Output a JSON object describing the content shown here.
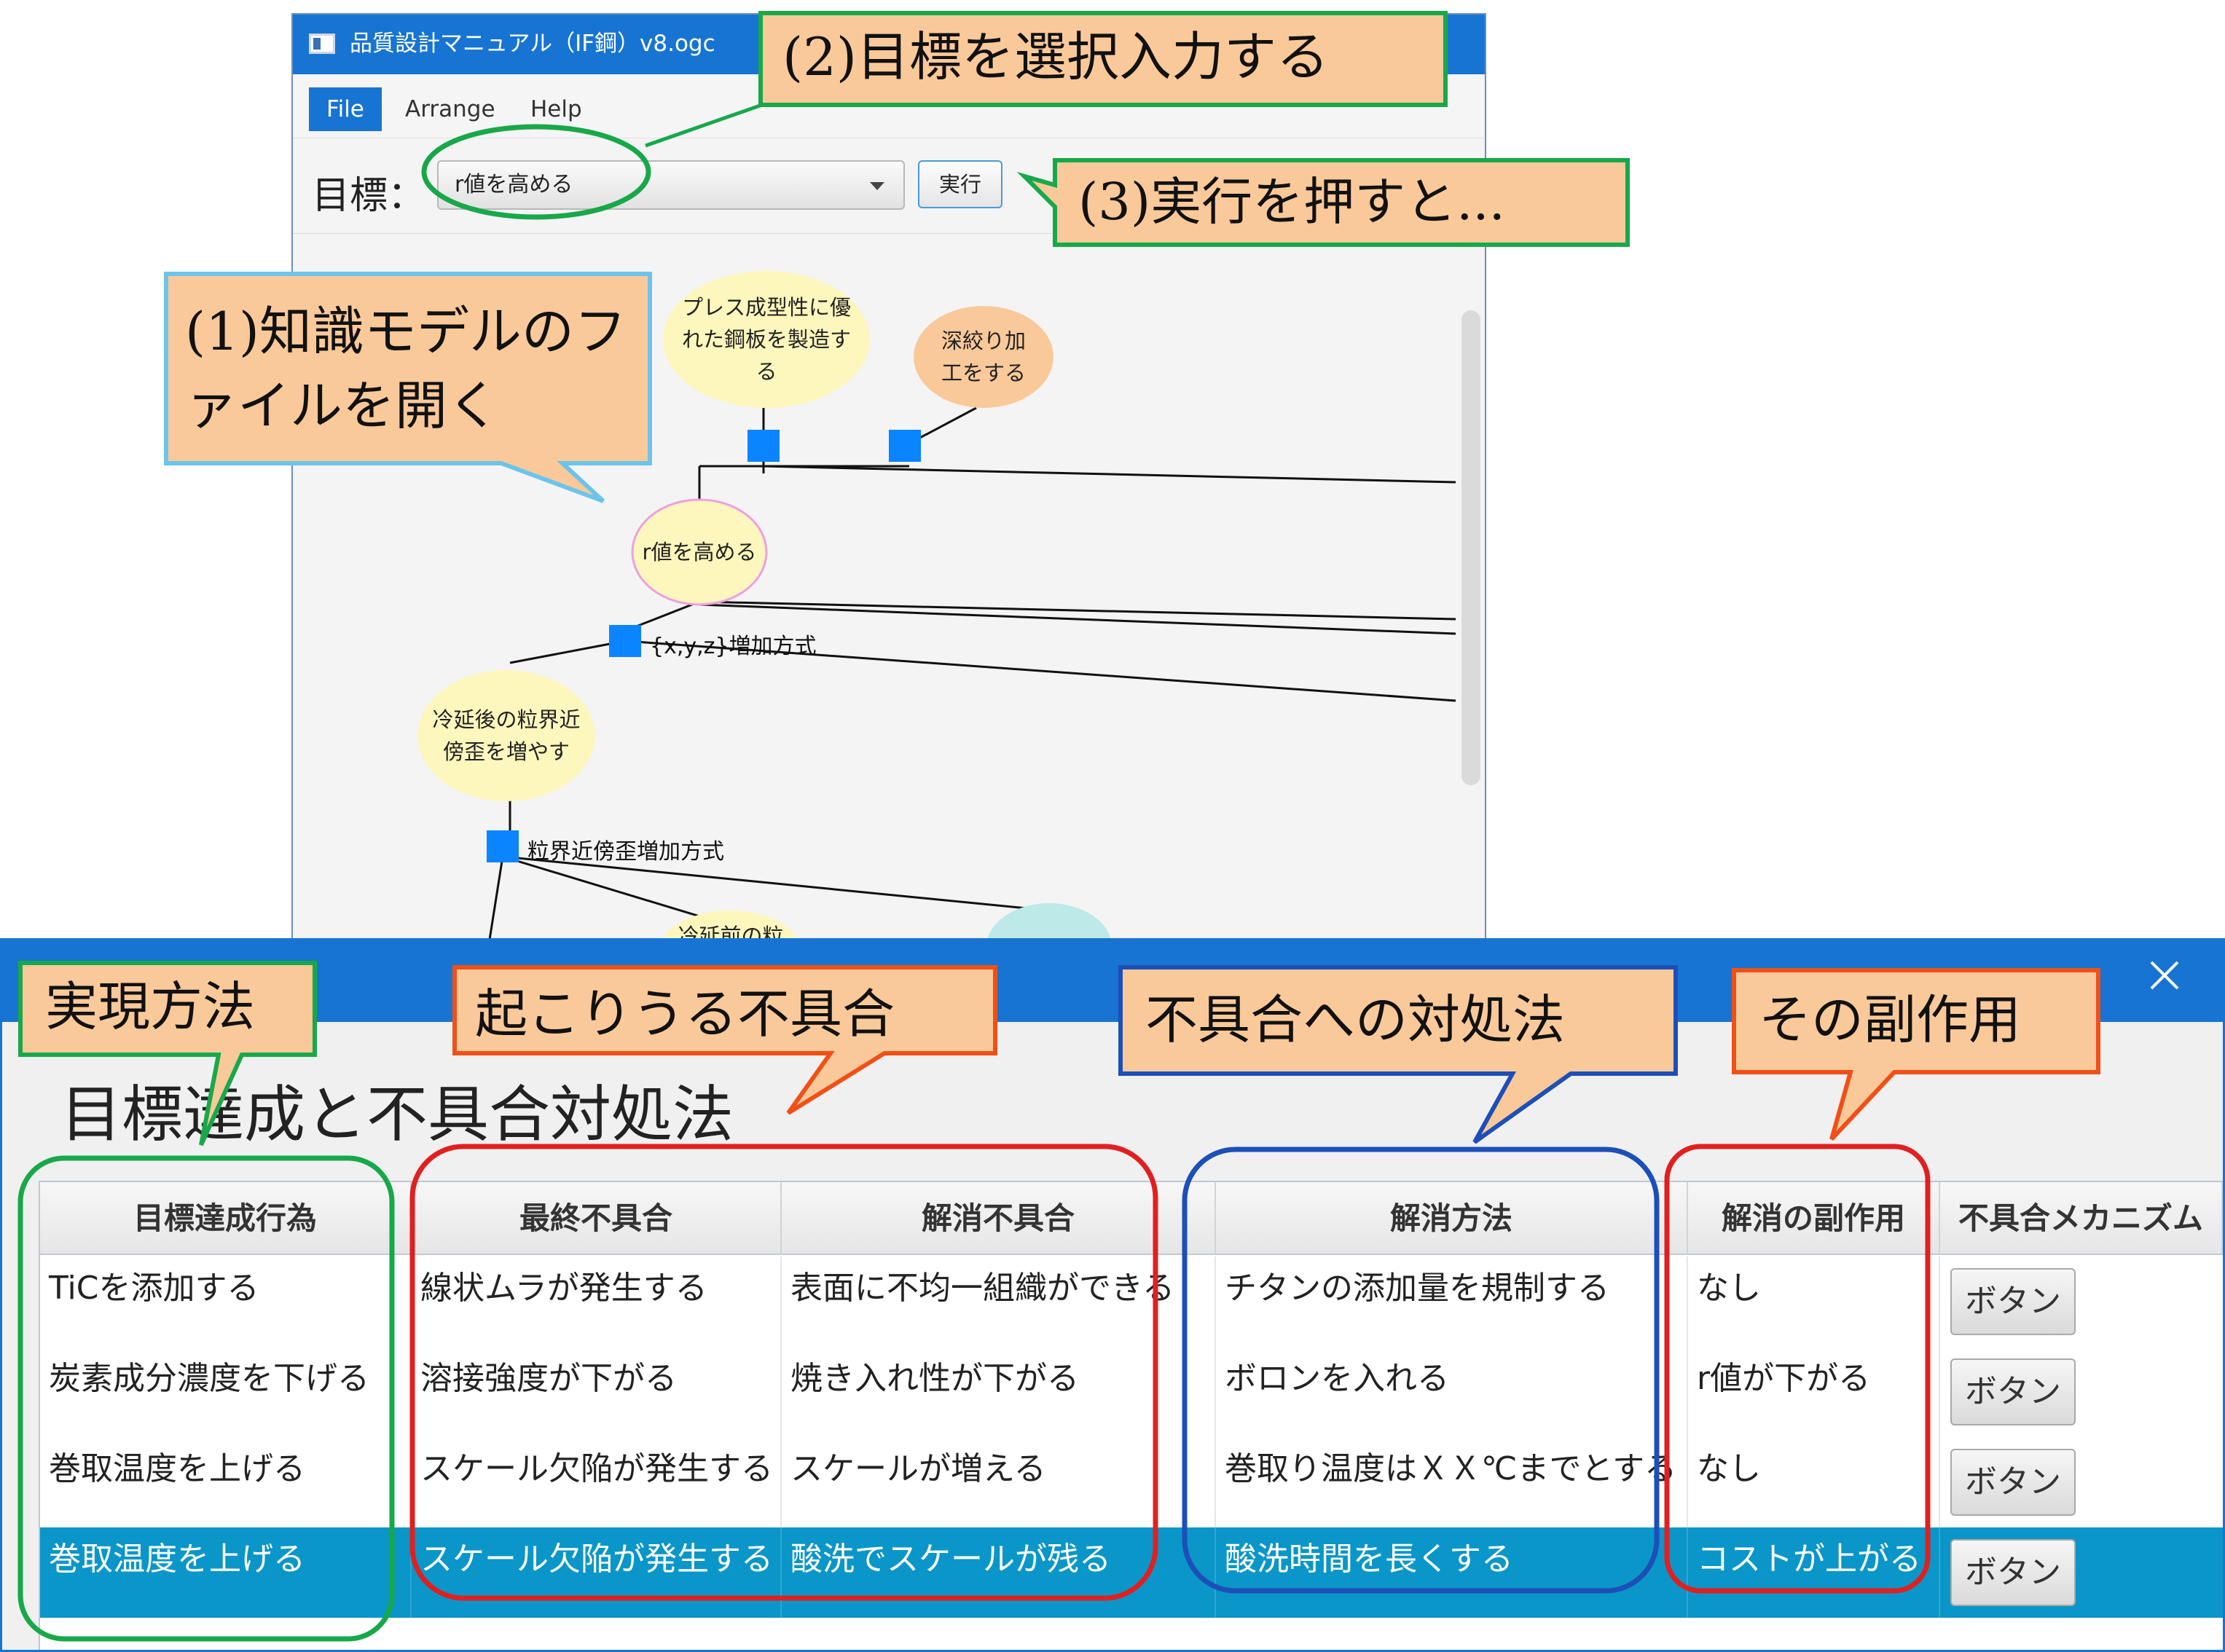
{
  "window": {
    "title": "品質設計マニュアル（IF鋼）v8.ogc",
    "menu": [
      "File",
      "Arrange",
      "Help"
    ],
    "goal_label": "目標：",
    "goal_selected": "r値を高める",
    "execute_button": "実行"
  },
  "diagram": {
    "nodes": [
      {
        "id": "press",
        "label": "プレス成型性に優れた鋼板を製造する"
      },
      {
        "id": "deep_draw",
        "label": "深絞り加工をする"
      },
      {
        "id": "r_value",
        "label": "r値を高める"
      },
      {
        "id": "strain",
        "label": "冷延後の粒界近傍歪を増やす"
      },
      {
        "id": "partial",
        "label": "冷延前の粒"
      }
    ],
    "methods": [
      "{x,y,z}増加方式",
      "粒界近傍歪増加方式"
    ]
  },
  "callouts": {
    "open_model": "(1)知識モデルのファイルを開く",
    "select_goal": "(2)目標を選択入力する",
    "press_execute": "(3)実行を押すと...",
    "realization": "実現方法",
    "possible_defects": "起こりうる不具合",
    "countermeasures": "不具合への対処法",
    "side_effects": "その副作用"
  },
  "dialog": {
    "heading": "目標達成と不具合対処法",
    "columns": [
      "目標達成行為",
      "最終不具合",
      "解消不具合",
      "解消方法",
      "解消の副作用",
      "不具合メカニズム"
    ],
    "rows": [
      {
        "action": "TiCを添加する",
        "final_defect": "線状ムラが発生する",
        "resolved_defect": "表面に不均一組織ができる",
        "method": "チタンの添加量を規制する",
        "side_effect": "なし",
        "button": "ボタン"
      },
      {
        "action": "炭素成分濃度を下げる",
        "final_defect": "溶接強度が下がる",
        "resolved_defect": "焼き入れ性が下がる",
        "method": "ボロンを入れる",
        "side_effect": "r値が下がる",
        "button": "ボタン"
      },
      {
        "action": "巻取温度を上げる",
        "final_defect": "スケール欠陥が発生する",
        "resolved_defect": "スケールが増える",
        "method": "巻取り温度はＸＸ℃までとする",
        "side_effect": "なし",
        "button": "ボタン"
      },
      {
        "action": "巻取温度を上げる",
        "final_defect": "スケール欠陥が発生する",
        "resolved_defect": "酸洗でスケールが残る",
        "method": "酸洗時間を長くする",
        "side_effect": "コストが上がる",
        "button": "ボタン",
        "selected": true
      }
    ]
  },
  "colors": {
    "window_blue": "#1874d2",
    "callout_fill": "#fac99a",
    "green_outline": "#18a84a",
    "red_outline": "#e02020",
    "blue_outline": "#1d4fb8",
    "orange_outline": "#f05018",
    "selected_row": "#0a96c8",
    "method_box": "#0a84ff",
    "node_yellow": "#fdf7bd",
    "node_orange": "#fac99a"
  }
}
